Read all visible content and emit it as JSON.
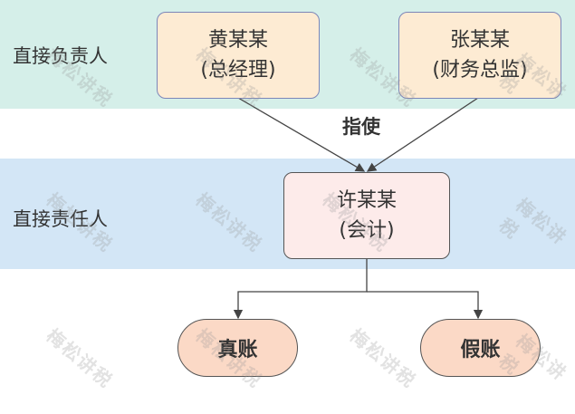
{
  "rows": {
    "direct_leader": "直接负责人",
    "direct_responsible": "直接责任人"
  },
  "nodes": {
    "huang": {
      "name": "黄某某",
      "role": "(总经理)"
    },
    "zhang": {
      "name": "张某某",
      "role": "(财务总监)"
    },
    "xu": {
      "name": "许某某",
      "role": "(会计)"
    },
    "real_books": "真账",
    "fake_books": "假账"
  },
  "edge_label": "指使",
  "watermark": "梅松讲税",
  "colors": {
    "band_top": "#d5efe9",
    "band_mid": "#d3e6f6",
    "manager_box": "#fdebd3",
    "accountant_box": "#fdebea",
    "pill": "#fbd9c6"
  }
}
